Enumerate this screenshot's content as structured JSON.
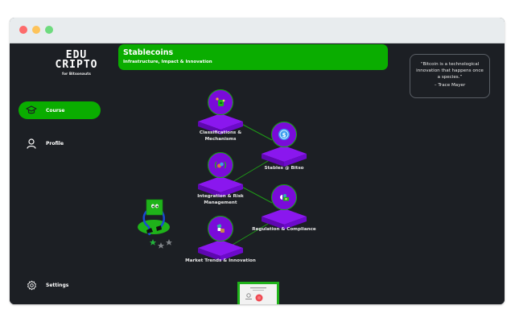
{
  "window": {
    "traffic_lights": [
      "close",
      "minimize",
      "maximize"
    ],
    "colors": {
      "titlebar": "#e8ecee",
      "body": "#1c1f24",
      "accent": "#0aad00",
      "node": "#7a0bd9"
    }
  },
  "logo": {
    "line1": "EDU",
    "line2": "CRIPTO",
    "tagline": "for Bitsonauts"
  },
  "banner": {
    "title": "Stablecoins",
    "subtitle": "Infrastructure, Impact & Innovation"
  },
  "quote": {
    "text": "“Bitcoin is a technological innovation that happens once a species.”",
    "author": "– Trace Mayer"
  },
  "sidebar": {
    "items": [
      {
        "label": "Course",
        "icon": "graduation-cap-icon",
        "active": true
      },
      {
        "label": "Profile",
        "icon": "user-icon",
        "active": false
      },
      {
        "label": "Settings",
        "icon": "gear-icon",
        "active": false
      }
    ]
  },
  "path": {
    "nodes": [
      {
        "label": "Classifications & Mechanisms",
        "icon": "mechanism-icon"
      },
      {
        "label": "Stables @ Bitso",
        "icon": "stablecoin-dollar-icon"
      },
      {
        "label": "Integration & Risk Management",
        "icon": "exchange-coins-icon"
      },
      {
        "label": "Regulation & Compliance",
        "icon": "compliance-money-icon"
      },
      {
        "label": "Market Trends & Innovation",
        "icon": "market-trends-icon"
      }
    ],
    "mascot": {
      "stars_earned": 1,
      "stars_total": 3
    },
    "certificate": "certificate-icon"
  }
}
